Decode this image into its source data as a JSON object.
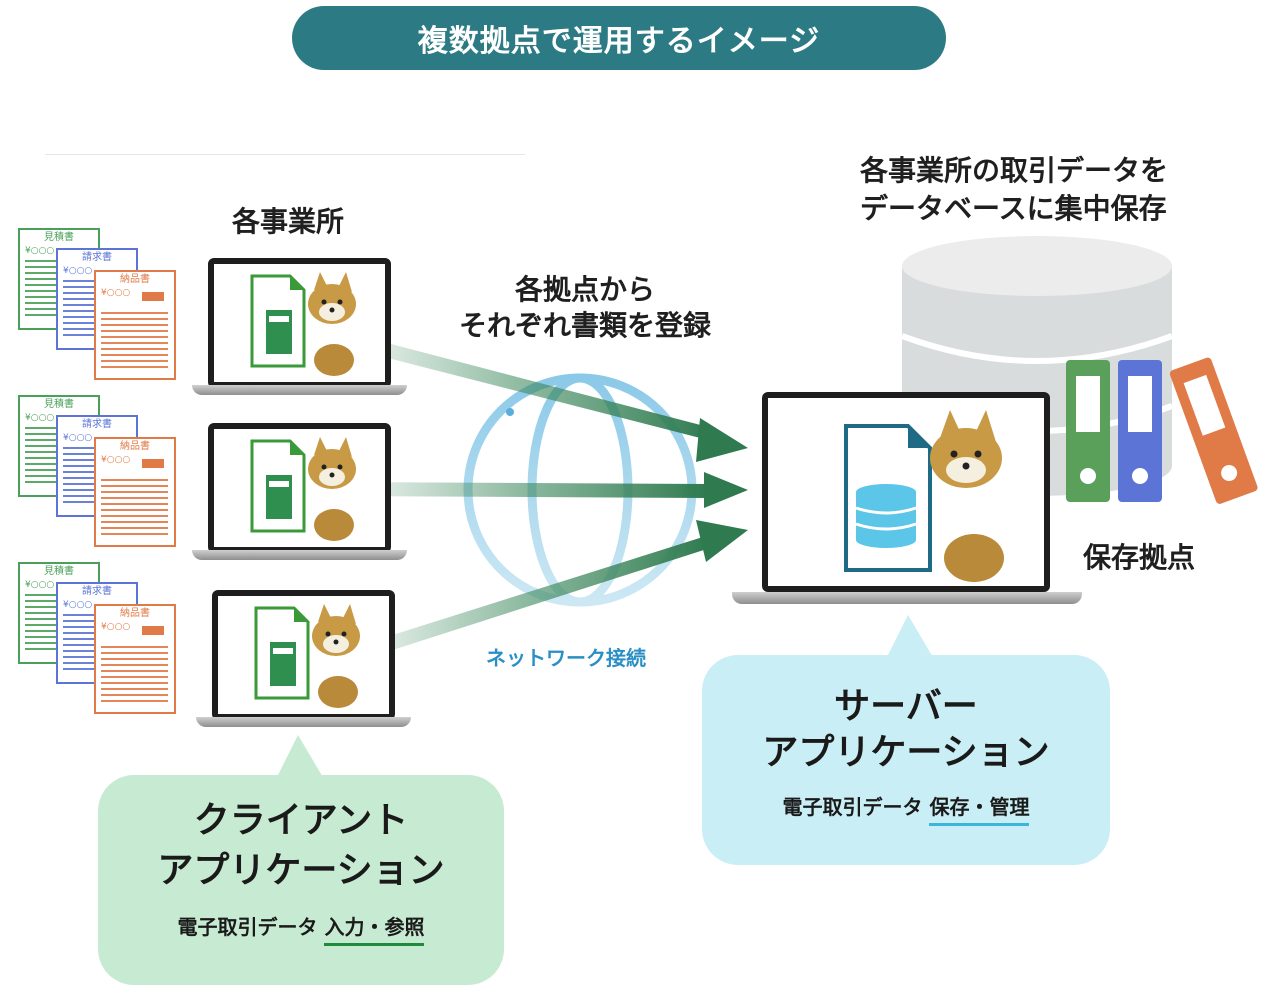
{
  "title": "複数拠点で運用するイメージ",
  "branch_label": "各事業所",
  "arrows_label_line1": "各拠点から",
  "arrows_label_line2": "それぞれ書類を登録",
  "network_label": "ネットワーク接続",
  "db_caption_line1": "各事業所の取引データを",
  "db_caption_line2": "データベースに集中保存",
  "storage_label": "保存拠点",
  "documents": {
    "quote": "見積書",
    "invoice": "請求書",
    "delivery": "納品書",
    "yen_mark": "¥○○○"
  },
  "client_box": {
    "title_line1": "クライアント",
    "title_line2": "アプリケーション",
    "sub_prefix": "電子取引データ",
    "sub_highlight": "入力・参照"
  },
  "server_box": {
    "title_line1": "サーバー",
    "title_line2": "アプリケーション",
    "sub_prefix": "電子取引データ",
    "sub_highlight": "保存・管理"
  },
  "colors": {
    "title_bg": "#2c7b84",
    "client_bubble": "#c7ead2",
    "server_bubble": "#c9eef5",
    "arrow": "#3f8a5f",
    "binder_green": "#5aa05a",
    "binder_blue": "#5b74d6",
    "binder_orange": "#e07a47"
  }
}
